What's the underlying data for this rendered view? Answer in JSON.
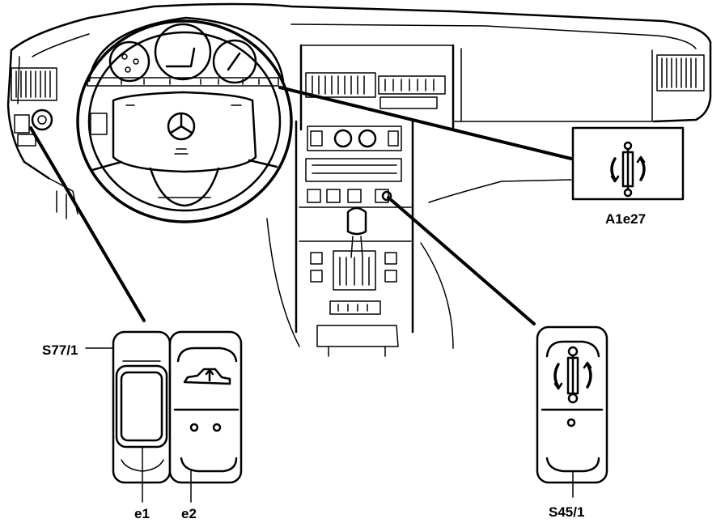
{
  "labels": {
    "switch_panel": "S77/1",
    "switch_e1": "e1",
    "switch_e2": "e2",
    "control_unit": "A1e27",
    "lamp_switch": "S45/1"
  },
  "colors": {
    "ink": "#000000",
    "paper": "#ffffff"
  },
  "icons": [
    "car-roof-up-icon",
    "roll-bar-icon",
    "mercedes-star-icon"
  ]
}
